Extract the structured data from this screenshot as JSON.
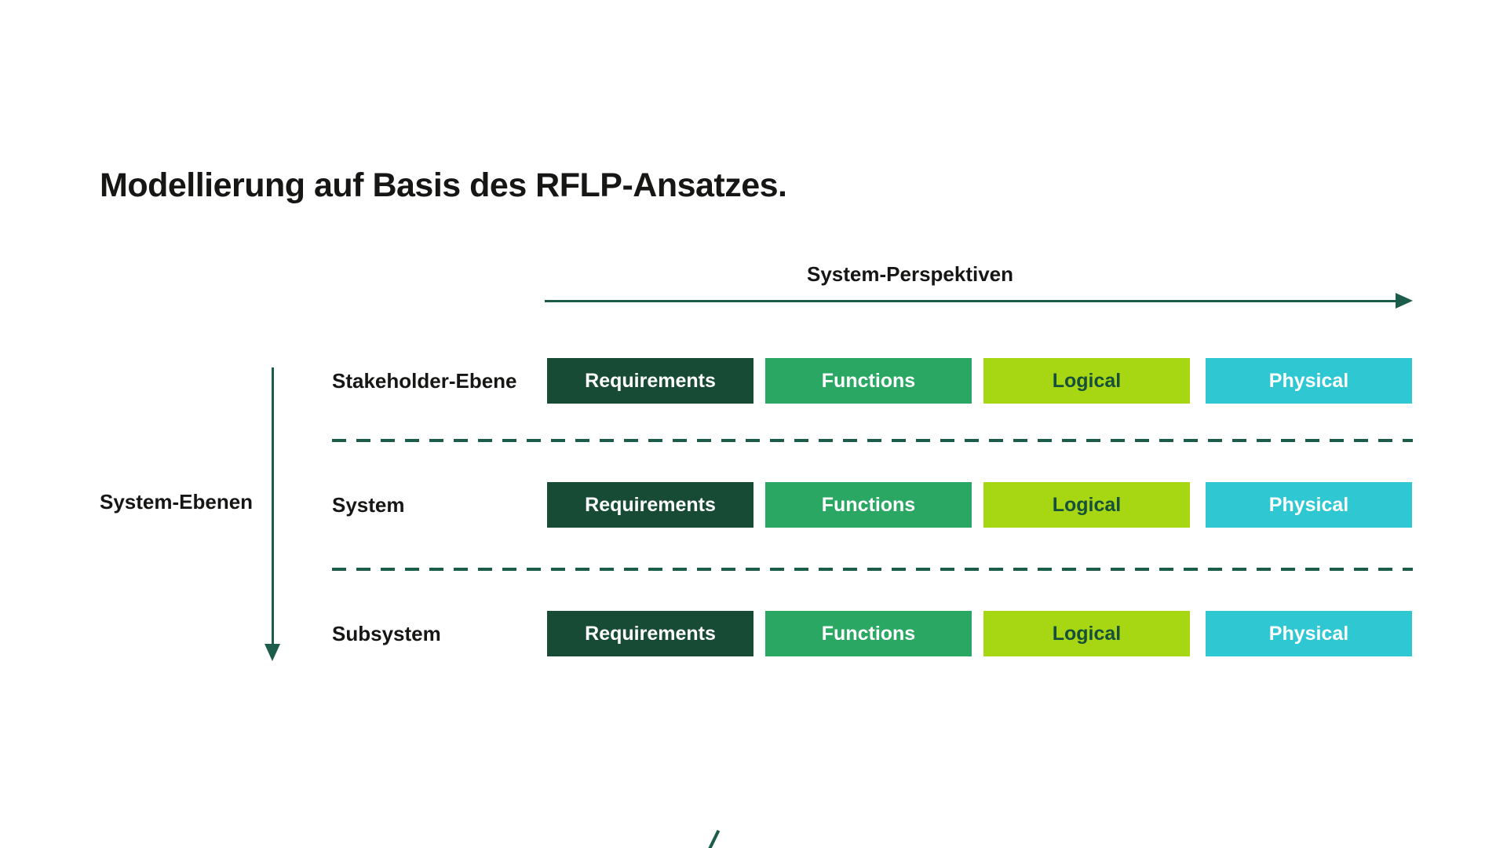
{
  "title": "Modellierung auf Basis des RFLP-Ansatzes.",
  "axes": {
    "horizontal_label": "System-Perspektiven",
    "vertical_label": "System-Ebenen"
  },
  "matrix": {
    "rows": [
      {
        "label": "Stakeholder-Ebene",
        "cells": [
          {
            "label": "Requirements"
          },
          {
            "label": "Functions"
          },
          {
            "label": "Logical"
          },
          {
            "label": "Physical"
          }
        ]
      },
      {
        "label": "System",
        "cells": [
          {
            "label": "Requirements"
          },
          {
            "label": "Functions"
          },
          {
            "label": "Logical"
          },
          {
            "label": "Physical"
          }
        ]
      },
      {
        "label": "Subsystem",
        "cells": [
          {
            "label": "Requirements"
          },
          {
            "label": "Functions"
          },
          {
            "label": "Logical"
          },
          {
            "label": "Physical"
          }
        ]
      }
    ]
  },
  "colors": {
    "text_dark": "#161615",
    "accent_green": "#1b5c4a",
    "requirements_bg": "#174b36",
    "functions_bg": "#2aa763",
    "logical_bg": "#a6d712",
    "physical_bg": "#2fc7d1",
    "logical_text": "#17503a",
    "box_text_light": "#ffffff"
  }
}
